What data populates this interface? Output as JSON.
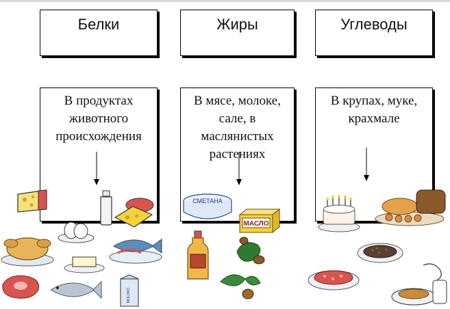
{
  "headers": {
    "proteins": "Белки",
    "fats": "Жиры",
    "carbs": "Углеводы"
  },
  "sources": {
    "proteins": [
      "В продуктах",
      "животного",
      "происхождения"
    ],
    "fats": [
      "В мясе, молоке,",
      "сале, в",
      "маслянистых",
      "растениях"
    ],
    "carbs": [
      "В крупах, муке,",
      "крахмале"
    ]
  },
  "labels": {
    "sour_cream": "СМЕТАНА",
    "butter": "МАСЛО",
    "milk_carton": "MOLOKO"
  },
  "colors": {
    "border": "#000000",
    "cheese": "#f4d23a",
    "meat": "#d9534f",
    "fish": "#5b8fb9",
    "bread": "#c98a3c",
    "greens": "#2f7a2f"
  }
}
